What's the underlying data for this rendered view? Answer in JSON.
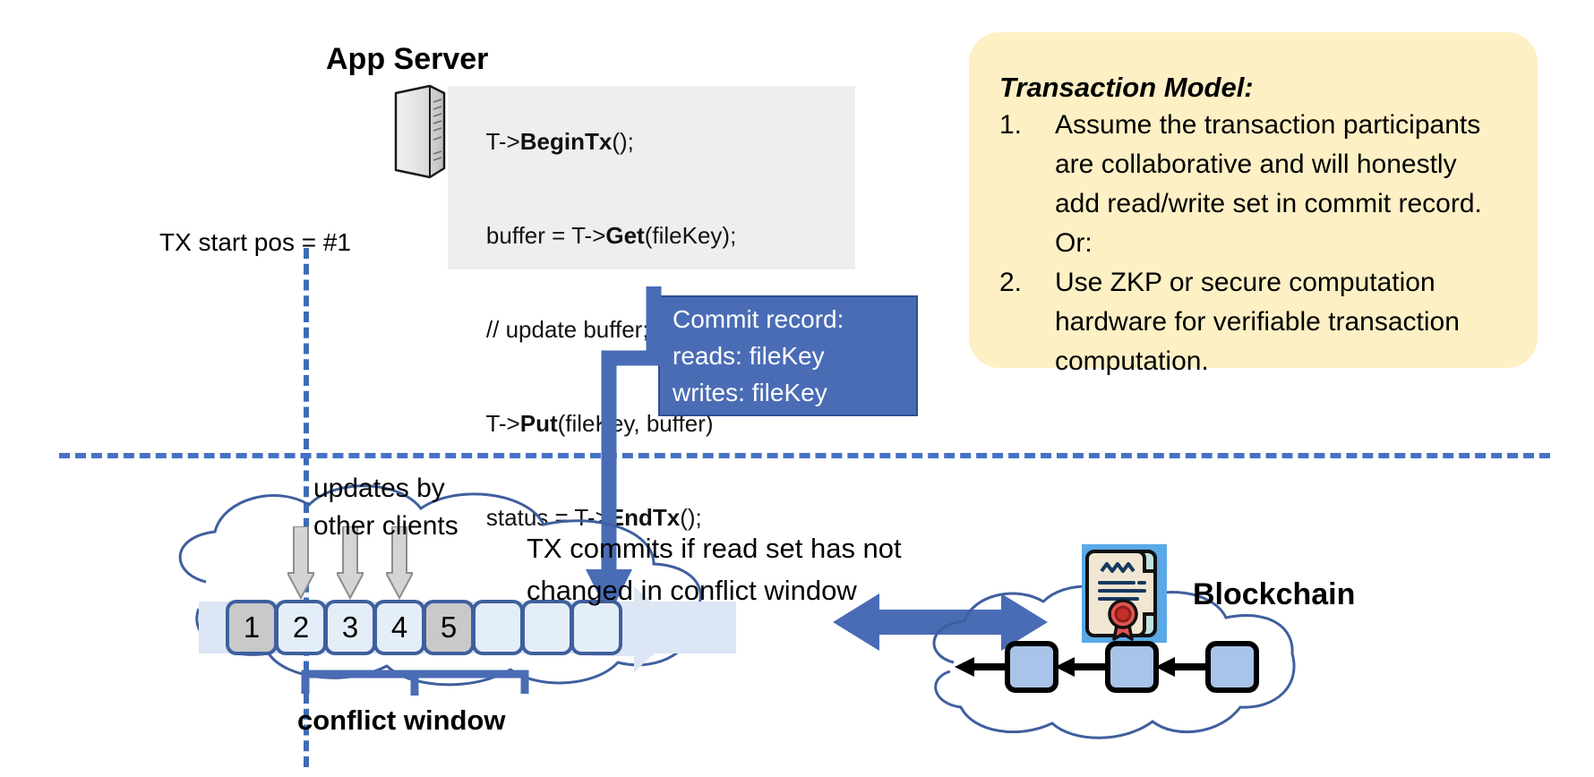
{
  "app_server": {
    "title": "App Server",
    "icon": "server-tower-icon",
    "code_lines": [
      {
        "pre": "T->",
        "bold": "BeginTx",
        "post": "();"
      },
      {
        "pre": "buffer = T->",
        "bold": "Get",
        "post": "(fileKey);"
      },
      {
        "pre": "// update buffer;",
        "bold": "",
        "post": ""
      },
      {
        "pre": "T->",
        "bold": "Put",
        "post": "(fileKey, buffer)"
      },
      {
        "pre": "status = T->",
        "bold": "EndTx",
        "post": "();"
      }
    ]
  },
  "tx_start": {
    "label": "TX start pos = #1",
    "line_color": "#3f6bb5"
  },
  "commit_record": {
    "lines": [
      "Commit record:",
      "reads: fileKey",
      "writes: fileKey"
    ],
    "bg_color": "#4a6cb5",
    "text_color": "#ffffff"
  },
  "transaction_model": {
    "title": "Transaction Model:",
    "bg_color": "#fdf0c4",
    "items": [
      {
        "num": "1.",
        "text": "Assume the transaction participants are collaborative and will honestly add read/write set in commit record.  Or:"
      },
      {
        "num": "2.",
        "text": "Use ZKP or secure computation hardware for verifiable transaction computation."
      }
    ]
  },
  "ledger": {
    "updates_label": "updates by\nother clients",
    "commits_note": "TX commits if read set has not\nchanged in conflict window",
    "conflict_window_label": "conflict window",
    "blocks": [
      {
        "label": "1",
        "filled": true
      },
      {
        "label": "2",
        "filled": false
      },
      {
        "label": "3",
        "filled": false
      },
      {
        "label": "4",
        "filled": false
      },
      {
        "label": "5",
        "filled": true
      },
      {
        "label": "",
        "filled": false
      },
      {
        "label": "",
        "filled": false
      },
      {
        "label": "",
        "filled": false
      }
    ],
    "grey_arrow_count": 3,
    "cloud_stroke": "#3f5f9e",
    "band_color": "#dce6f4"
  },
  "blockchain": {
    "label": "Blockchain",
    "cert_icon": "certificate-seal-icon",
    "block_count": 3,
    "block_color": "#a8c4e8",
    "exchange_arrow": "double-headed-arrow",
    "arrow_color": "#4a6cb5"
  }
}
